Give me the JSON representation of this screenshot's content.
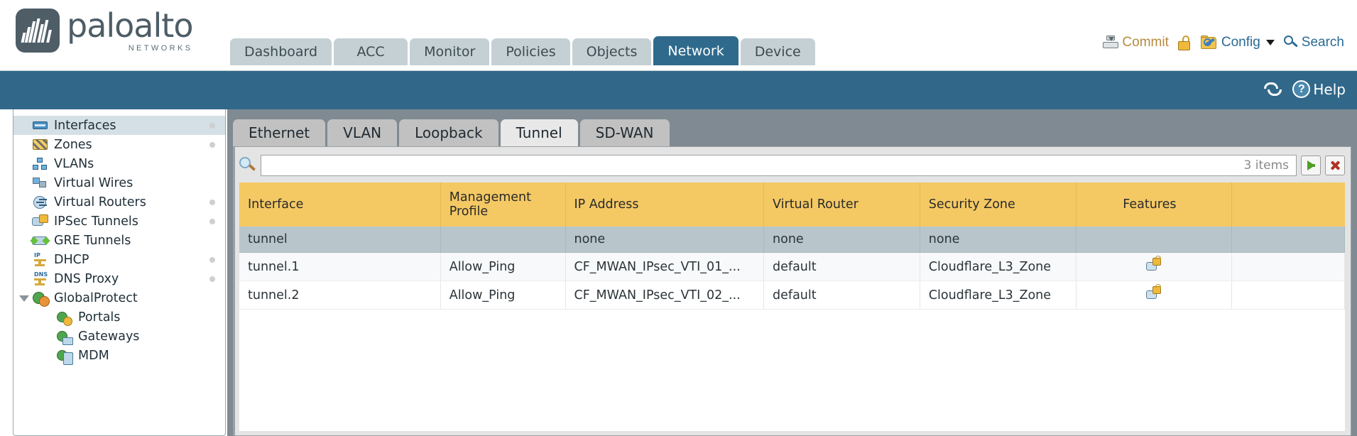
{
  "brand": {
    "name": "paloalto",
    "tagline": "NETWORKS",
    "logo_icon": "paloalto-logo-icon"
  },
  "main_tabs": [
    {
      "label": "Dashboard",
      "active": false
    },
    {
      "label": "ACC",
      "active": false
    },
    {
      "label": "Monitor",
      "active": false
    },
    {
      "label": "Policies",
      "active": false
    },
    {
      "label": "Objects",
      "active": false
    },
    {
      "label": "Network",
      "active": true
    },
    {
      "label": "Device",
      "active": false
    }
  ],
  "top_actions": {
    "commit": {
      "label": "Commit",
      "icon": "commit-icon"
    },
    "lock": {
      "icon": "lock-icon"
    },
    "config": {
      "label": "Config",
      "icon": "config-icon",
      "caret": "chevron-down-icon"
    },
    "search": {
      "label": "Search",
      "icon": "search-icon"
    }
  },
  "blue_band": {
    "refresh_icon": "refresh-icon",
    "help_label": "Help",
    "help_icon": "help-icon"
  },
  "sidebar": {
    "items": [
      {
        "label": "Interfaces",
        "icon": "interfaces-icon",
        "selected": true,
        "dot": true,
        "child": false,
        "expander": false
      },
      {
        "label": "Zones",
        "icon": "zones-icon",
        "selected": false,
        "dot": true,
        "child": false,
        "expander": false
      },
      {
        "label": "VLANs",
        "icon": "vlans-icon",
        "selected": false,
        "dot": false,
        "child": false,
        "expander": false
      },
      {
        "label": "Virtual Wires",
        "icon": "virtual-wires-icon",
        "selected": false,
        "dot": false,
        "child": false,
        "expander": false
      },
      {
        "label": "Virtual Routers",
        "icon": "virtual-routers-icon",
        "selected": false,
        "dot": true,
        "child": false,
        "expander": false
      },
      {
        "label": "IPSec Tunnels",
        "icon": "ipsec-tunnels-icon",
        "selected": false,
        "dot": true,
        "child": false,
        "expander": false
      },
      {
        "label": "GRE Tunnels",
        "icon": "gre-tunnels-icon",
        "selected": false,
        "dot": false,
        "child": false,
        "expander": false
      },
      {
        "label": "DHCP",
        "icon": "dhcp-icon",
        "selected": false,
        "dot": true,
        "child": false,
        "expander": false
      },
      {
        "label": "DNS Proxy",
        "icon": "dns-proxy-icon",
        "selected": false,
        "dot": true,
        "child": false,
        "expander": false
      },
      {
        "label": "GlobalProtect",
        "icon": "globalprotect-icon",
        "selected": false,
        "dot": false,
        "child": false,
        "expander": true
      },
      {
        "label": "Portals",
        "icon": "portals-icon",
        "selected": false,
        "dot": false,
        "child": true,
        "expander": false
      },
      {
        "label": "Gateways",
        "icon": "gateways-icon",
        "selected": false,
        "dot": false,
        "child": true,
        "expander": false
      },
      {
        "label": "MDM",
        "icon": "mdm-icon",
        "selected": false,
        "dot": false,
        "child": true,
        "expander": false
      }
    ]
  },
  "sub_tabs": [
    {
      "label": "Ethernet",
      "active": false
    },
    {
      "label": "VLAN",
      "active": false
    },
    {
      "label": "Loopback",
      "active": false
    },
    {
      "label": "Tunnel",
      "active": true
    },
    {
      "label": "SD-WAN",
      "active": false
    }
  ],
  "search": {
    "value": "",
    "placeholder": "",
    "items_count": "3 items",
    "magnifier_icon": "magnifier-icon",
    "apply_icon": "apply-filter-icon",
    "clear_icon": "clear-filter-icon"
  },
  "table": {
    "columns": [
      "Interface",
      "Management Profile",
      "IP Address",
      "Virtual Router",
      "Security Zone",
      "Features"
    ],
    "rows": [
      {
        "interface": "tunnel",
        "management_profile": "",
        "ip_address": "none",
        "virtual_router": "none",
        "security_zone": "none",
        "features_icon": "",
        "selected": true
      },
      {
        "interface": "tunnel.1",
        "management_profile": "Allow_Ping",
        "ip_address": "CF_MWAN_IPsec_VTI_01_...",
        "virtual_router": "default",
        "security_zone": "Cloudflare_L3_Zone",
        "features_icon": "tunnel-lock-icon",
        "selected": false
      },
      {
        "interface": "tunnel.2",
        "management_profile": "Allow_Ping",
        "ip_address": "CF_MWAN_IPsec_VTI_02_...",
        "virtual_router": "default",
        "security_zone": "Cloudflare_L3_Zone",
        "features_icon": "tunnel-lock-icon",
        "selected": false
      }
    ]
  },
  "colors": {
    "brand_blue": "#31688a",
    "tab_active": "#2f6a8c",
    "tab_inactive": "#c5d0d4",
    "header_yellow": "#f4c964",
    "link_blue": "#3f87a6",
    "accent_gold": "#b68a3e"
  }
}
